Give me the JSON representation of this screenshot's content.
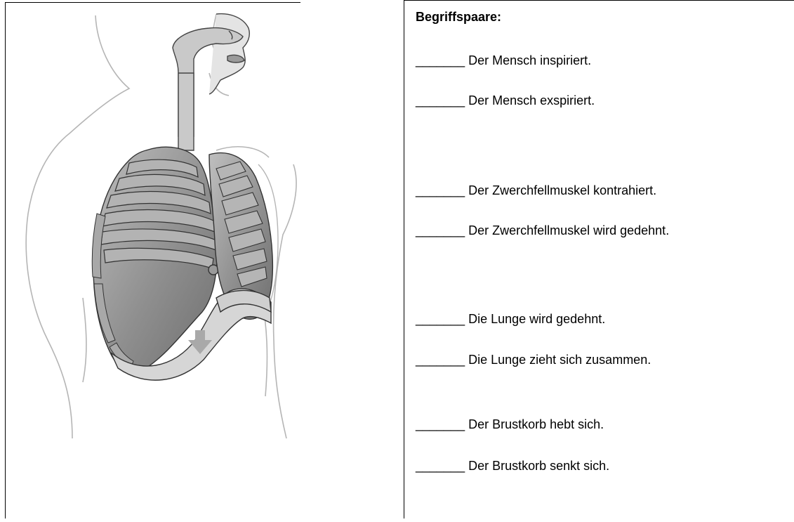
{
  "worksheet": {
    "heading": "Begriffspaare:",
    "blank": "_______",
    "statements": [
      "Der Mensch inspiriert.",
      "Der Mensch exspiriert.",
      "Der Zwerchfellmuskel kontrahiert.",
      "Der Zwerchfellmuskel wird gedehnt.",
      "Die Lunge wird gedehnt.",
      "Die Lunge zieht sich zusammen.",
      "Der Brustkorb hebt sich.",
      "Der Brustkorb senkt sich."
    ]
  },
  "illustration": {
    "subject": "respiratory-system-lungs-diaphragm",
    "arrow_icon": "arrow-down-icon",
    "colors": {
      "lung": "#8f8f8f",
      "lung_light": "#c8c8c8",
      "outline": "#b5b5b5",
      "stroke": "#333333",
      "arrow": "#a9a9a9"
    }
  }
}
